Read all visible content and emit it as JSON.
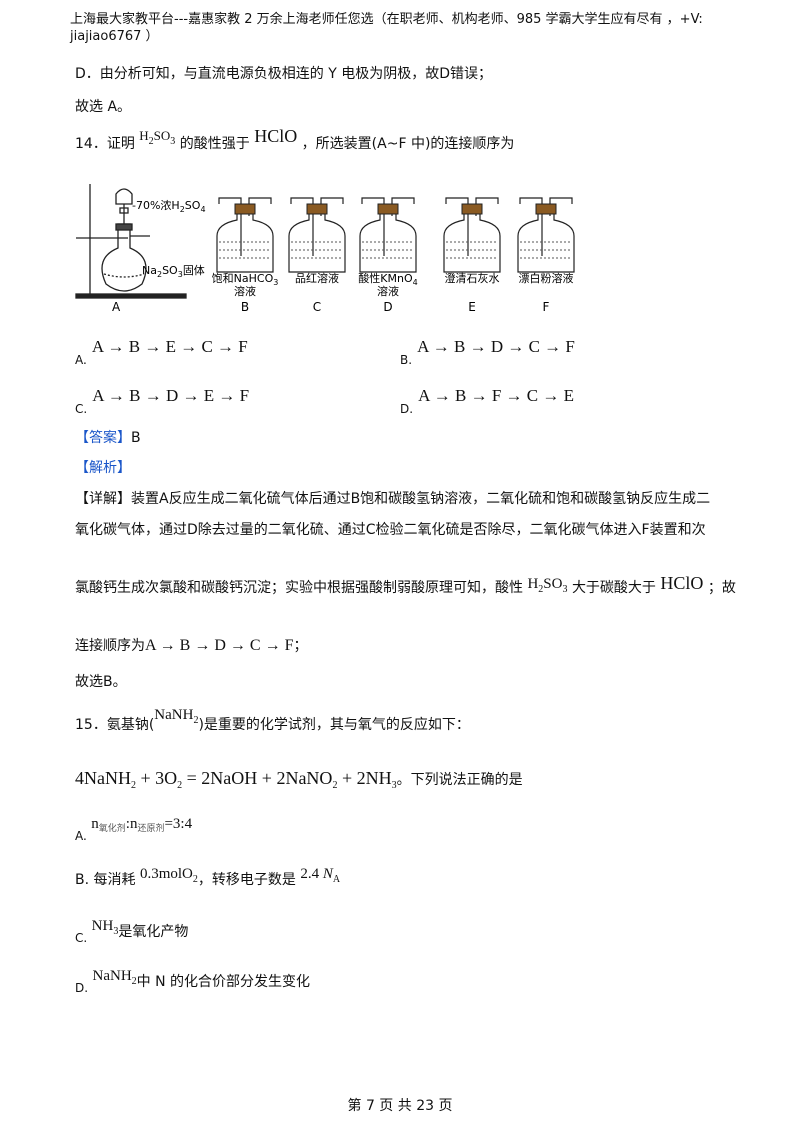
{
  "header": {
    "line1": "上海最大家教平台---嘉惠家教    2 万余上海老师任您选（在职老师、机构老师、985 学霸大学生应有尽有   ，+V:",
    "line2": "jiajiao6767 ）"
  },
  "q13_tail": {
    "option_d": "D．由分析可知，与直流电源负极相连的 Y 电极为阴极，故D错误；",
    "conclusion": "故选 A。"
  },
  "q14": {
    "num": "14．证明",
    "acid1_main": "H",
    "acid1_sub1": "2",
    "acid1_mid": "SO",
    "acid1_sub2": "3",
    "mid_text": "的酸性强于",
    "acid2": "HClO",
    "tail_text": "，所选装置(A~F 中)的连接顺序为",
    "figure": {
      "label_acid": "-70%浓H",
      "label_acid_sub": "2",
      "label_acid_mid": "SO",
      "label_acid_sub2": "4",
      "label_solid": "Na",
      "label_solid_sub": "2",
      "label_solid_mid": "SO",
      "label_solid_sub2": "3",
      "label_solid_tail": "固体",
      "bottles": [
        {
          "letter": "A",
          "name": ""
        },
        {
          "letter": "B",
          "name": "饱和NaHCO",
          "sub": "3",
          "name2": "溶液"
        },
        {
          "letter": "C",
          "name": "品红溶液"
        },
        {
          "letter": "D",
          "name": "酸性KMnO",
          "sub": "4",
          "name2": "溶液"
        },
        {
          "letter": "E",
          "name": "澄清石灰水"
        },
        {
          "letter": "F",
          "name": "漂白粉溶液"
        }
      ]
    },
    "options": {
      "a_label": "A.",
      "a_seq": "A → B → E → C → F",
      "b_label": "B.",
      "b_seq": "A → B → D → C → F",
      "c_label": "C.",
      "c_seq": "A → B → D → E → F",
      "d_label": "D.",
      "d_seq": "A → B → F → C → E"
    },
    "answer_tag": "【答案】",
    "answer": "B",
    "analysis_tag": "【解析】",
    "detail_tag": "【详解】",
    "detail_line1": "装置A反应生成二氧化硫气体后通过B饱和碳酸氢钠溶液，二氧化硫和饱和碳酸氢钠反应生成二",
    "detail_line2": "氧化碳气体，通过D除去过量的二氧化硫、通过C检验二氧化硫是否除尽，二氧化碳气体进入F装置和次",
    "detail_line3a": "氯酸钙生成次氯酸和碳酸钙沉淀；实验中根据强酸制弱酸原理可知，酸性",
    "detail_line3_acid": "H",
    "detail_line3_sub1": "2",
    "detail_line3_mid": "SO",
    "detail_line3_sub2": "3",
    "detail_line3b": "大于碳酸大于",
    "detail_line3_hclo": "HClO",
    "detail_line3c": "；故",
    "detail_line4a": "连接顺序为",
    "detail_line4_seq": "A → B → D → C → F",
    "detail_line4b": "；",
    "conclusion": "故选B。"
  },
  "q15": {
    "num": "15．氨基钠(",
    "formula": "NaNH",
    "formula_sub": "2",
    "tail": ")是重要的化学试剂，其与氧气的反应如下：",
    "equation": "4NaNH",
    "eq_parts": [
      "2",
      " + 3O",
      "2",
      " = 2NaOH + 2NaNO",
      "2",
      " + 2NH",
      "3"
    ],
    "eq_tail": "。下列说法正确的是",
    "options": {
      "a_label": "A.",
      "a_n1": "n",
      "a_sub1": "氧化剂",
      "a_colon": ":n",
      "a_sub2": "还原剂",
      "a_tail": "=3:4",
      "b_label": "B.  每消耗",
      "b_amount": "0.3molO",
      "b_amount_sub": "2",
      "b_mid": "，转移电子数是",
      "b_value": "2.4",
      "b_na": "N",
      "b_na_sub": "A",
      "c_label": "C.",
      "c_formula": "NH",
      "c_sub": "3",
      "c_tail": "是氧化产物",
      "d_label": "D.",
      "d_formula": "NaNH",
      "d_sub": "2",
      "d_tail": "中 N 的化合价部分发生变化"
    }
  },
  "footer": {
    "page": "第 7 页 共 23 页"
  }
}
